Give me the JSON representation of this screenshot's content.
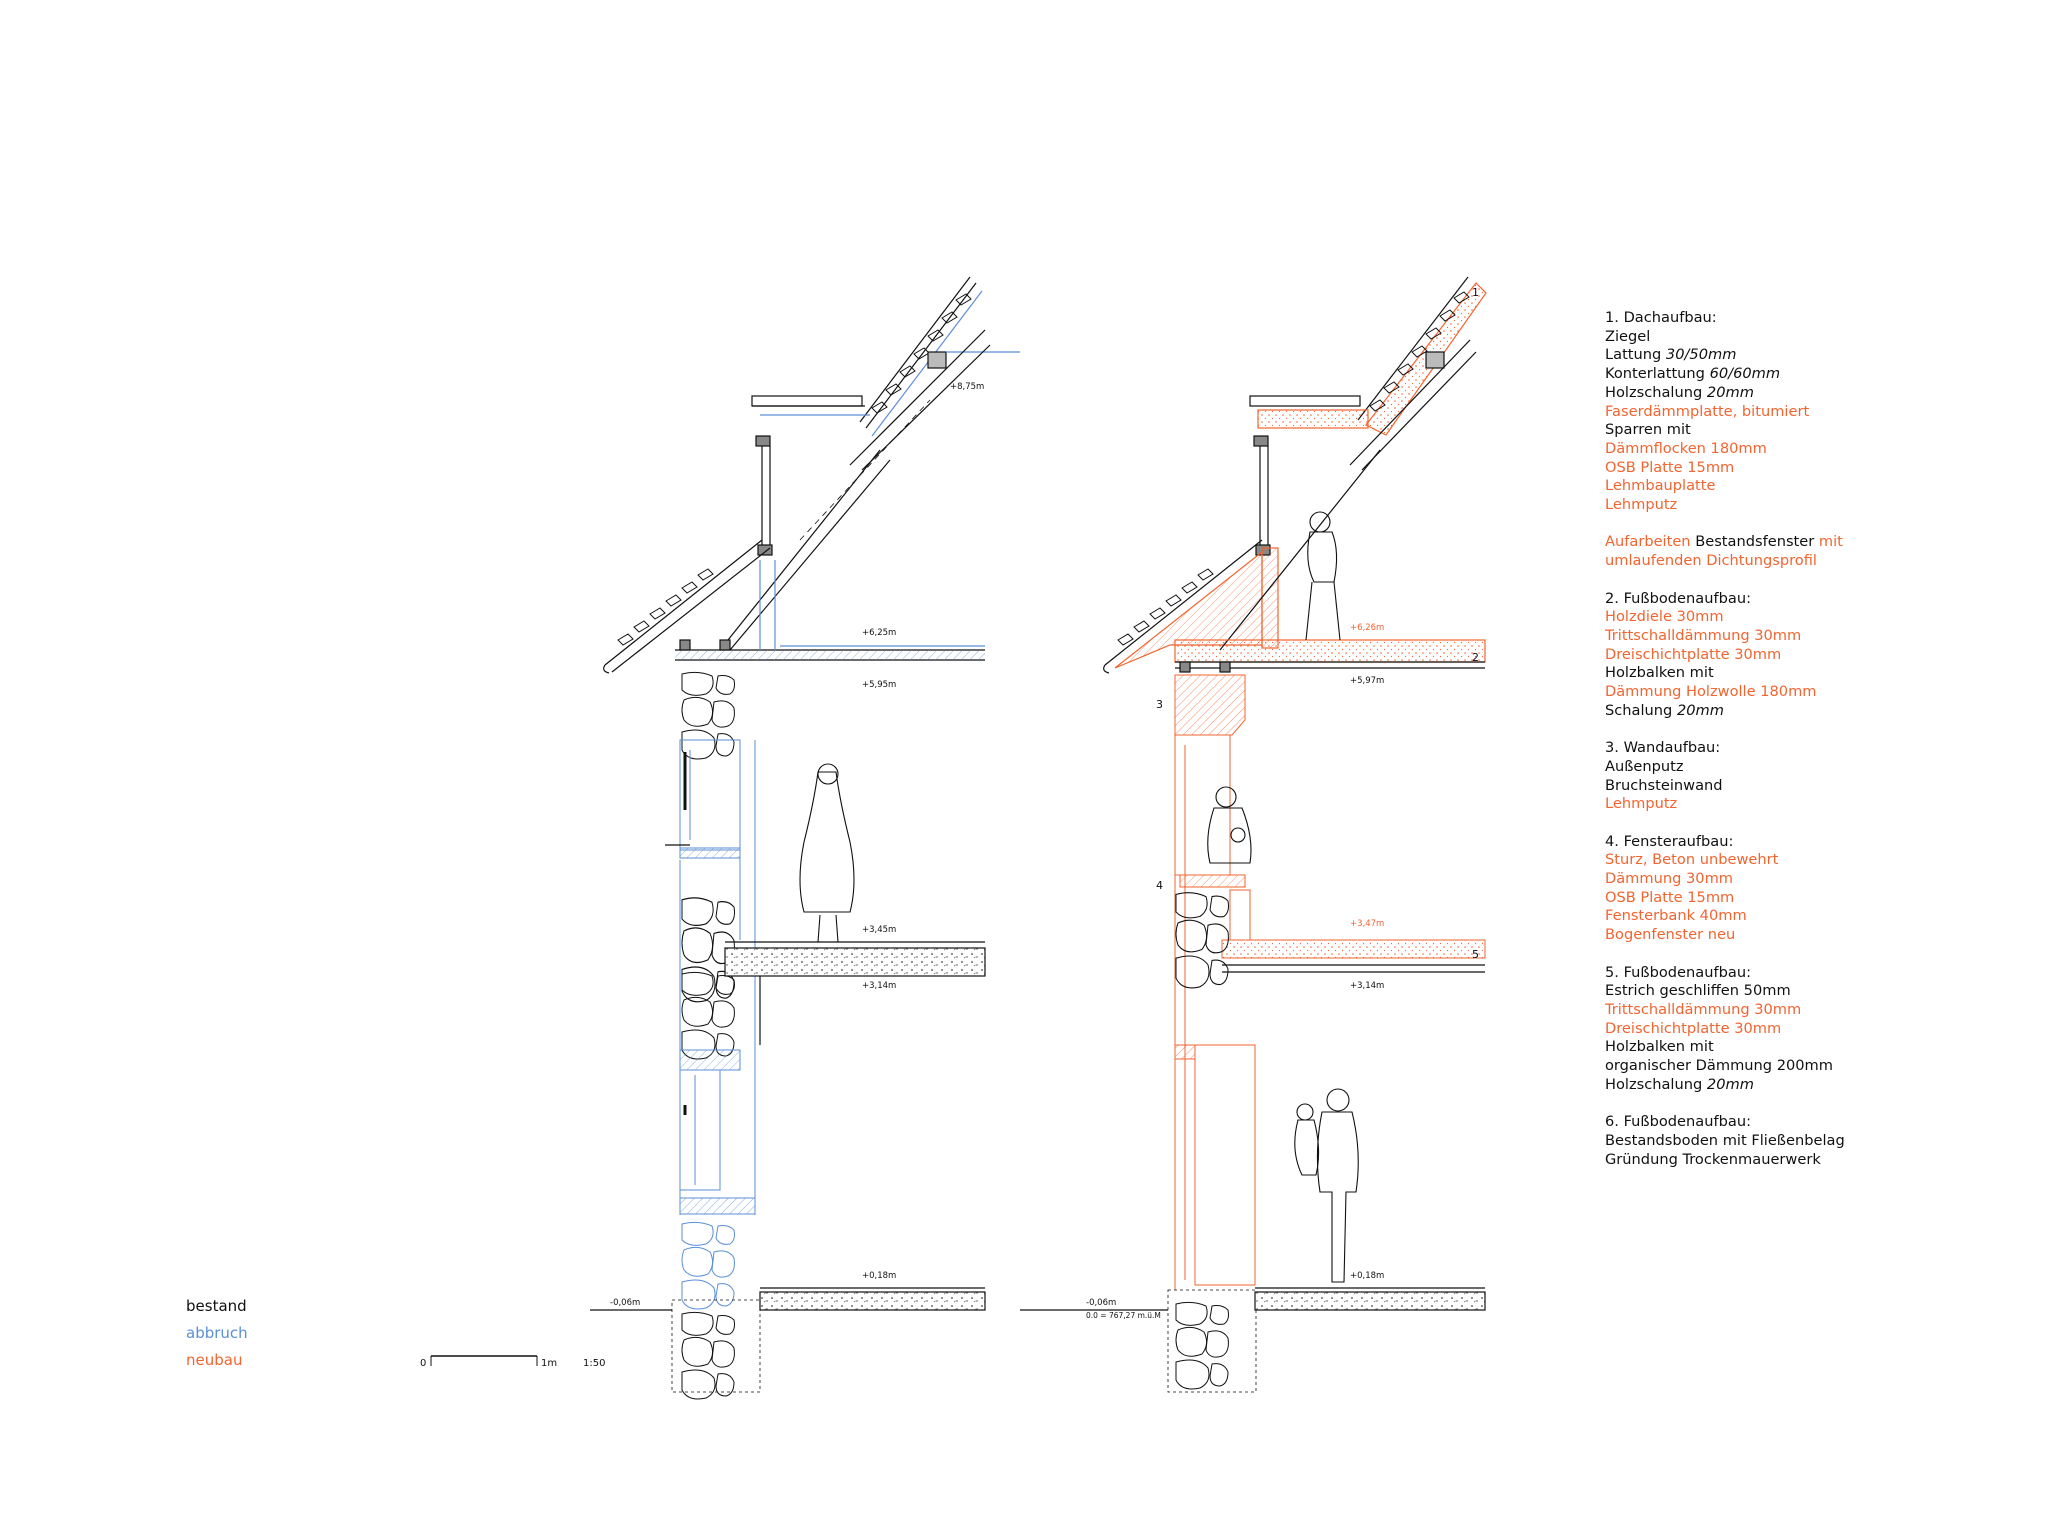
{
  "colors": {
    "bestand": "#111111",
    "abbruch": "#5b8fd6",
    "neubau": "#f26430"
  },
  "levels_left": [
    "+8,75m",
    "+6,25m",
    "+5,95m",
    "+3,45m",
    "+3,14m",
    "+0,18m",
    "-0,06m"
  ],
  "levels_right": [
    "+6,26m",
    "+5,97m",
    "+3,47m",
    "+3,14m",
    "+0,18m",
    "-0,06m",
    "0.0 = 767,27 m.ü.M"
  ],
  "markers": [
    "1",
    "2",
    "3",
    "4",
    "5"
  ],
  "legend": [
    {
      "label": "bestand",
      "color": "#111111"
    },
    {
      "label": "abbruch",
      "color": "#5b8fd6"
    },
    {
      "label": "neubau",
      "color": "#f26430"
    }
  ],
  "scale": {
    "start": "0",
    "end": "1m",
    "ratio": "1:50"
  },
  "spec": [
    {
      "title": "1. Dachaufbau:",
      "lines": [
        [
          {
            "t": "Ziegel",
            "c": "k"
          }
        ],
        [
          {
            "t": "Lattung ",
            "c": "k"
          },
          {
            "t": "30/50mm",
            "c": "k",
            "i": true
          }
        ],
        [
          {
            "t": "Konterlattung ",
            "c": "k"
          },
          {
            "t": "60/60mm",
            "c": "k",
            "i": true
          }
        ],
        [
          {
            "t": "Holzschalung ",
            "c": "k"
          },
          {
            "t": "20mm",
            "c": "k",
            "i": true
          }
        ],
        [
          {
            "t": "Faserdämmplatte, bitumiert",
            "c": "o"
          }
        ],
        [
          {
            "t": "Sparren mit",
            "c": "k"
          }
        ],
        [
          {
            "t": "Dämmflocken 180mm",
            "c": "o"
          }
        ],
        [
          {
            "t": "OSB Platte 15mm",
            "c": "o"
          }
        ],
        [
          {
            "t": "Lehmbauplatte",
            "c": "o"
          }
        ],
        [
          {
            "t": "Lehmputz",
            "c": "o"
          }
        ]
      ]
    },
    {
      "title": "",
      "lines": [
        [
          {
            "t": "Aufarbeiten ",
            "c": "o"
          },
          {
            "t": "Bestandsfenster ",
            "c": "k"
          },
          {
            "t": "mit",
            "c": "o"
          }
        ],
        [
          {
            "t": "umlaufenden Dichtungsprofil",
            "c": "o"
          }
        ]
      ]
    },
    {
      "title": "2. Fußbodenaufbau:",
      "lines": [
        [
          {
            "t": "Holzdiele 30mm",
            "c": "o"
          }
        ],
        [
          {
            "t": "Trittschalldämmung 30mm",
            "c": "o"
          }
        ],
        [
          {
            "t": "Dreischichtplatte 30mm",
            "c": "o"
          }
        ],
        [
          {
            "t": "Holzbalken mit",
            "c": "k"
          }
        ],
        [
          {
            "t": "Dämmung Holzwolle 180mm",
            "c": "o"
          }
        ],
        [
          {
            "t": "Schalung ",
            "c": "k"
          },
          {
            "t": "20mm",
            "c": "k",
            "i": true
          }
        ]
      ]
    },
    {
      "title": "3. Wandaufbau:",
      "lines": [
        [
          {
            "t": "Außenputz",
            "c": "k"
          }
        ],
        [
          {
            "t": "Bruchsteinwand",
            "c": "k"
          }
        ],
        [
          {
            "t": "Lehmputz",
            "c": "o"
          }
        ]
      ]
    },
    {
      "title": "4. Fensteraufbau:",
      "lines": [
        [
          {
            "t": "Sturz, Beton unbewehrt",
            "c": "o"
          }
        ],
        [
          {
            "t": "Dämmung 30mm",
            "c": "o"
          }
        ],
        [
          {
            "t": "OSB Platte 15mm",
            "c": "o"
          }
        ],
        [
          {
            "t": "Fensterbank 40mm",
            "c": "o"
          }
        ],
        [
          {
            "t": "Bogenfenster neu",
            "c": "o"
          }
        ]
      ]
    },
    {
      "title": "5. Fußbodenaufbau:",
      "lines": [
        [
          {
            "t": "Estrich geschliffen 50mm",
            "c": "k"
          }
        ],
        [
          {
            "t": "Trittschalldämmung 30mm",
            "c": "o"
          }
        ],
        [
          {
            "t": "Dreischichtplatte 30mm",
            "c": "o"
          }
        ],
        [
          {
            "t": "Holzbalken mit",
            "c": "k"
          }
        ],
        [
          {
            "t": "organischer Dämmung 200mm",
            "c": "k"
          }
        ],
        [
          {
            "t": "Holzschalung ",
            "c": "k"
          },
          {
            "t": "20mm",
            "c": "k",
            "i": true
          }
        ]
      ]
    },
    {
      "title": "6. Fußbodenaufbau:",
      "lines": [
        [
          {
            "t": "Bestandsboden mit Fließenbelag",
            "c": "k"
          }
        ],
        [
          {
            "t": "Gründung Trockenmauerwerk",
            "c": "k"
          }
        ]
      ]
    }
  ]
}
